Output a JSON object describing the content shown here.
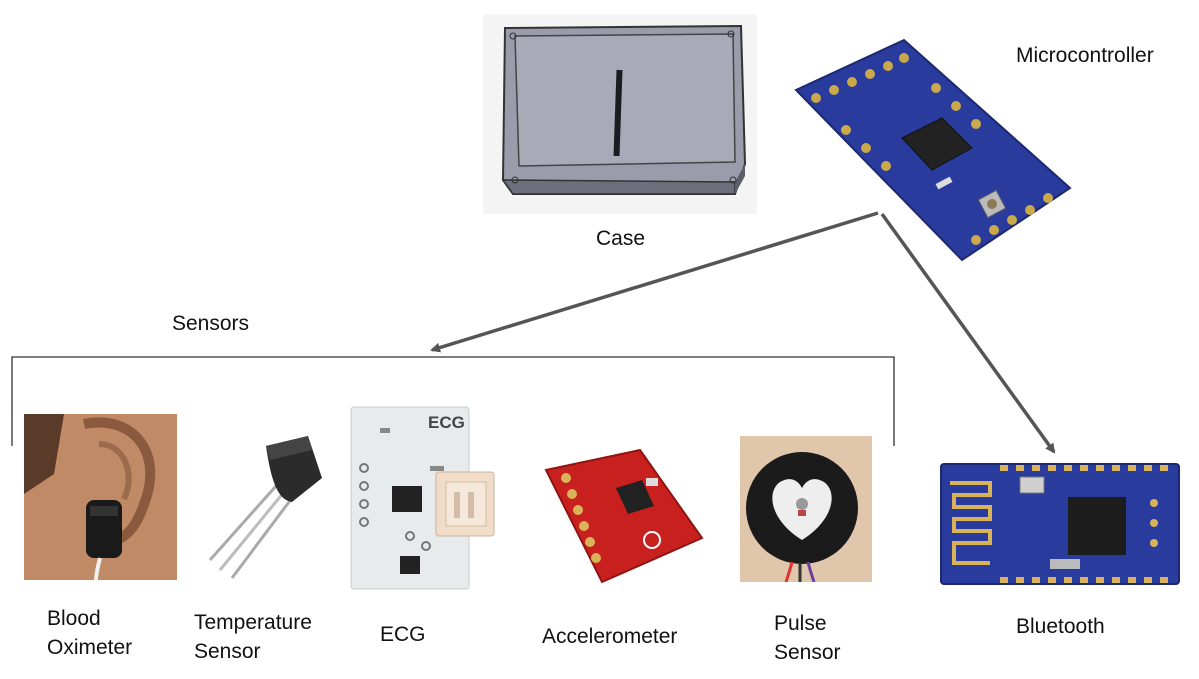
{
  "diagram": {
    "nodes": {
      "case": {
        "label": "Case",
        "icon": "enclosure-case-icon"
      },
      "microcontroller": {
        "label": "Microcontroller",
        "icon": "arduino-board-icon"
      },
      "sensors": {
        "label": "Sensors"
      },
      "bluetooth": {
        "label": "Bluetooth",
        "icon": "bluetooth-module-icon"
      }
    },
    "sensors": [
      {
        "line1": "Blood",
        "line2": "Oximeter",
        "icon": "ear-clip-oximeter-icon"
      },
      {
        "line1": "Temperature",
        "line2": "Sensor",
        "icon": "transistor-sensor-icon"
      },
      {
        "line1": "ECG",
        "line2": "",
        "icon": "ecg-board-icon",
        "board_text": "ECG"
      },
      {
        "line1": "Accelerometer",
        "line2": "",
        "icon": "accelerometer-board-icon"
      },
      {
        "line1": "Pulse",
        "line2": "Sensor",
        "icon": "pulse-sensor-icon"
      }
    ],
    "edges": [
      {
        "from": "microcontroller",
        "to": "sensors"
      },
      {
        "from": "microcontroller",
        "to": "bluetooth"
      }
    ],
    "colors": {
      "arrow": "#555555",
      "board_blue": "#2a3b9e",
      "board_red": "#c8201e",
      "case_gray": "#a9aab8",
      "ecg_white": "#e8ebec"
    }
  }
}
